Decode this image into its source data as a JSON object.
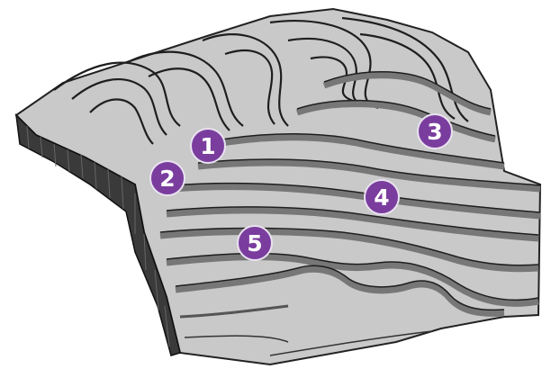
{
  "colors": {
    "land": "#c9c9c9",
    "land_light": "#d6d6d6",
    "contour": "#1e1e1e",
    "step_face": "#777777",
    "cliff": "#3a3a3a",
    "marker": "#7a3d9e"
  },
  "markers": [
    {
      "id": "marker-1",
      "label": "1"
    },
    {
      "id": "marker-2",
      "label": "2"
    },
    {
      "id": "marker-3",
      "label": "3"
    },
    {
      "id": "marker-4",
      "label": "4"
    },
    {
      "id": "marker-5",
      "label": "5"
    }
  ]
}
